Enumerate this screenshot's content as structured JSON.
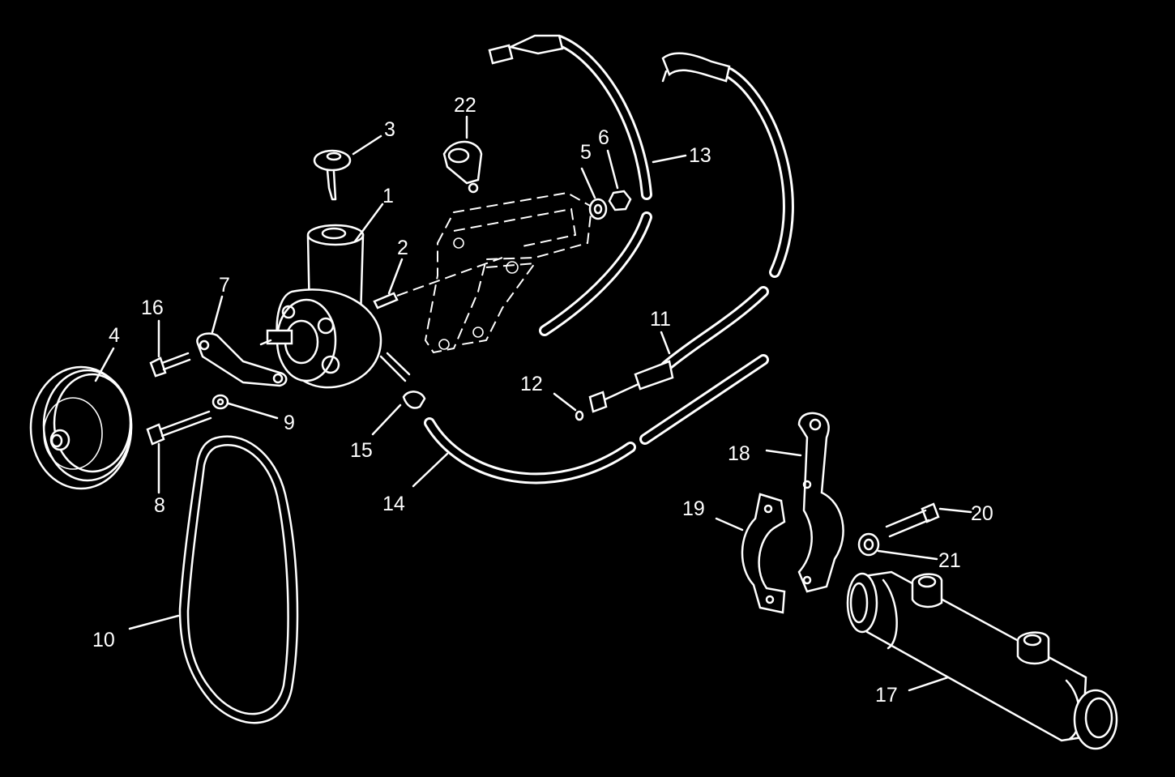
{
  "diagram": {
    "labels": [
      {
        "id": "1",
        "text": "1"
      },
      {
        "id": "2",
        "text": "2"
      },
      {
        "id": "3",
        "text": "3"
      },
      {
        "id": "4",
        "text": "4"
      },
      {
        "id": "5",
        "text": "5"
      },
      {
        "id": "6",
        "text": "6"
      },
      {
        "id": "7",
        "text": "7"
      },
      {
        "id": "8",
        "text": "8"
      },
      {
        "id": "9",
        "text": "9"
      },
      {
        "id": "10",
        "text": "10"
      },
      {
        "id": "11",
        "text": "11"
      },
      {
        "id": "12",
        "text": "12"
      },
      {
        "id": "13",
        "text": "13"
      },
      {
        "id": "14",
        "text": "14"
      },
      {
        "id": "15",
        "text": "15"
      },
      {
        "id": "16",
        "text": "16"
      },
      {
        "id": "17",
        "text": "17"
      },
      {
        "id": "18",
        "text": "18"
      },
      {
        "id": "19",
        "text": "19"
      },
      {
        "id": "20",
        "text": "20"
      },
      {
        "id": "21",
        "text": "21"
      },
      {
        "id": "22",
        "text": "22"
      }
    ],
    "colors": {
      "background": "#000000",
      "line": "#ffffff"
    }
  }
}
